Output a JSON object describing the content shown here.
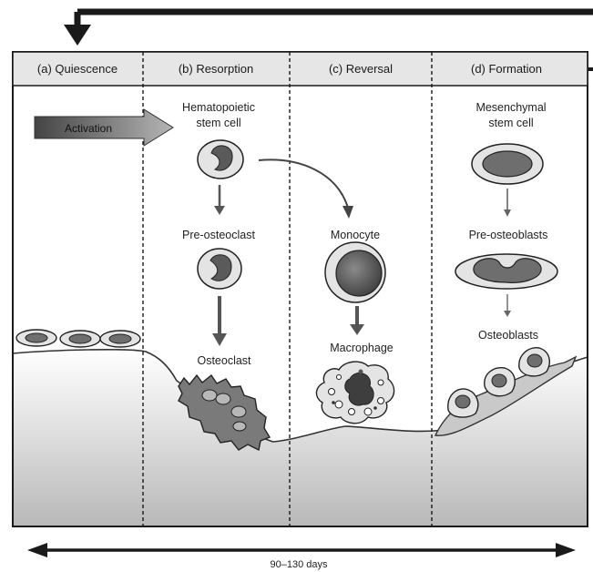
{
  "phases": [
    {
      "label": "(a) Quiescence"
    },
    {
      "label": "(b) Resorption"
    },
    {
      "label": "(c) Reversal"
    },
    {
      "label": "(d) Formation"
    }
  ],
  "activation": "Activation",
  "cells": {
    "hsc": [
      "Hematopoietic",
      "stem cell"
    ],
    "pre_osteoclast": "Pre-osteoclast",
    "osteoclast": "Osteoclast",
    "monocyte": "Monocyte",
    "macrophage": "Macrophage",
    "msc": [
      "Mesenchymal",
      "stem cell"
    ],
    "pre_osteoblasts": "Pre-osteoblasts",
    "osteoblasts": "Osteoblasts"
  },
  "duration": "90–130 days",
  "colors": {
    "line": "#1a1a1a",
    "header_bg": "#e6e6e6",
    "cell_outer": "#e4e4e4",
    "cell_nucleus": "#6e6e6e",
    "bone": "#c8c8c8",
    "activation_arrow": "#6a6a6a"
  }
}
